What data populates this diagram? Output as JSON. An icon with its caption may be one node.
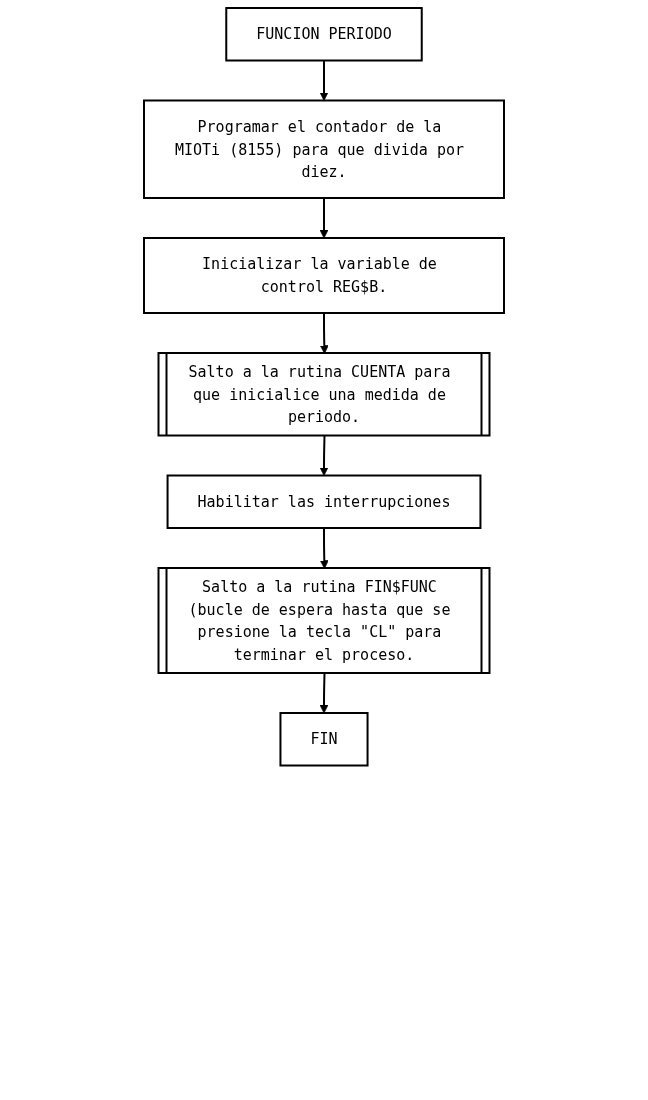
{
  "diagram": {
    "nodes": [
      {
        "text": [
          "FUNCION PERIODO"
        ]
      },
      {
        "text": [
          "Programar el contador de la MIOTi (8155) para que divida por diez."
        ]
      },
      {
        "text": [
          "Inicializar la variable de control REG$B."
        ]
      },
      {
        "text": [
          "Salto a la rutina CUENTA para que inicialice una medida de periodo."
        ]
      },
      {
        "text": [
          "Habilitar las interrupciones"
        ]
      },
      {
        "text": [
          "Salto a la rutina FIN$FUNC (bucle de espera hasta que se presione la tecla \"CL\" para terminar el proceso."
        ]
      },
      {
        "text": [
          "FIN"
        ]
      }
    ],
    "edges": [
      {
        "from": 0,
        "to": 1,
        "arrow": "to"
      },
      {
        "from": 1,
        "to": 2,
        "arrow": "to"
      },
      {
        "from": 2,
        "to": 3,
        "arrow": "to"
      },
      {
        "from": 3,
        "to": 4,
        "arrow": "to"
      },
      {
        "from": 4,
        "to": 5,
        "arrow": "to"
      },
      {
        "from": 5,
        "to": 6,
        "arrow": "to"
      }
    ]
  }
}
